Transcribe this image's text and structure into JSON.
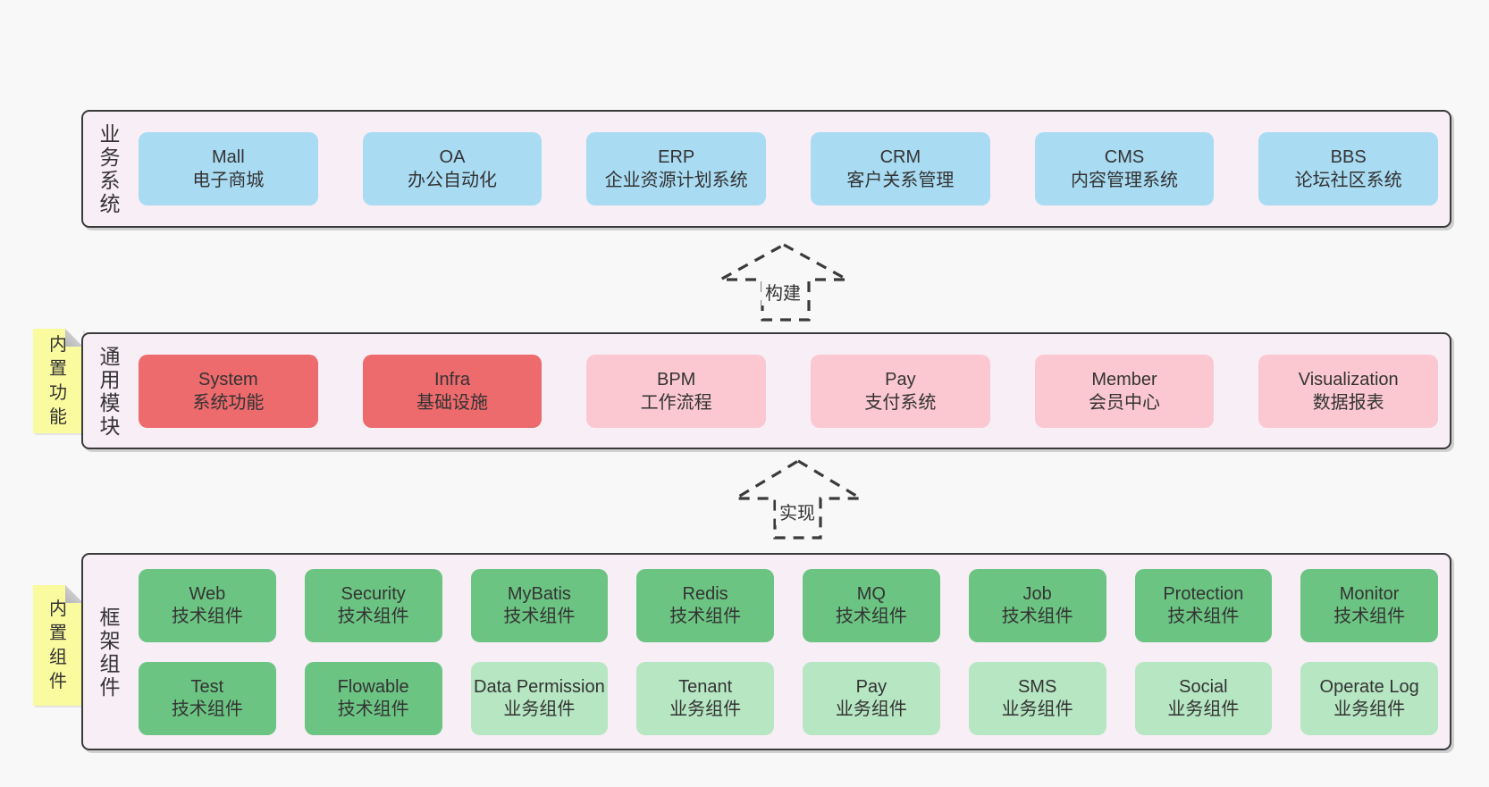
{
  "colors": {
    "page_bg": "#f8f8f8",
    "panel_bg": "#f8eef6",
    "panel_border": "#3b3b3b",
    "blue_box": "#a9dbf3",
    "red_box": "#ed6a6d",
    "pink_box": "#fbc8d2",
    "green_box": "#6cc483",
    "light_green_box": "#b7e6c3",
    "yellow_note": "#fafa9e",
    "text": "#333333"
  },
  "sections": [
    {
      "label": "业务系统",
      "boxes": [
        {
          "name": "Mall",
          "desc": "电子商城",
          "type": "blue"
        },
        {
          "name": "OA",
          "desc": "办公自动化",
          "type": "blue"
        },
        {
          "name": "ERP",
          "desc": "企业资源计划系统",
          "type": "blue"
        },
        {
          "name": "CRM",
          "desc": "客户关系管理",
          "type": "blue"
        },
        {
          "name": "CMS",
          "desc": "内容管理系统",
          "type": "blue"
        },
        {
          "name": "BBS",
          "desc": "论坛社区系统",
          "type": "blue"
        }
      ]
    },
    {
      "label": "通用模块",
      "note": "内置功能",
      "boxes": [
        {
          "name": "System",
          "desc": "系统功能",
          "type": "red"
        },
        {
          "name": "Infra",
          "desc": "基础设施",
          "type": "red"
        },
        {
          "name": "BPM",
          "desc": "工作流程",
          "type": "pink"
        },
        {
          "name": "Pay",
          "desc": "支付系统",
          "type": "pink"
        },
        {
          "name": "Member",
          "desc": "会员中心",
          "type": "pink"
        },
        {
          "name": "Visualization",
          "desc": "数据报表",
          "type": "pink"
        }
      ]
    },
    {
      "label": "框架组件",
      "note": "内置组件",
      "rows": [
        [
          {
            "name": "Web",
            "desc": "技术组件",
            "type": "green"
          },
          {
            "name": "Security",
            "desc": "技术组件",
            "type": "green"
          },
          {
            "name": "MyBatis",
            "desc": "技术组件",
            "type": "green"
          },
          {
            "name": "Redis",
            "desc": "技术组件",
            "type": "green"
          },
          {
            "name": "MQ",
            "desc": "技术组件",
            "type": "green"
          },
          {
            "name": "Job",
            "desc": "技术组件",
            "type": "green"
          },
          {
            "name": "Protection",
            "desc": "技术组件",
            "type": "green"
          },
          {
            "name": "Monitor",
            "desc": "技术组件",
            "type": "green"
          }
        ],
        [
          {
            "name": "Test",
            "desc": "技术组件",
            "type": "green"
          },
          {
            "name": "Flowable",
            "desc": "技术组件",
            "type": "green"
          },
          {
            "name": "Data Permission",
            "desc": "业务组件",
            "type": "green-light"
          },
          {
            "name": "Tenant",
            "desc": "业务组件",
            "type": "green-light"
          },
          {
            "name": "Pay",
            "desc": "业务组件",
            "type": "green-light"
          },
          {
            "name": "SMS",
            "desc": "业务组件",
            "type": "green-light"
          },
          {
            "name": "Social",
            "desc": "业务组件",
            "type": "green-light"
          },
          {
            "name": "Operate Log",
            "desc": "业务组件",
            "type": "green-light"
          }
        ]
      ]
    }
  ],
  "arrows": [
    {
      "label": "构建"
    },
    {
      "label": "实现"
    }
  ]
}
